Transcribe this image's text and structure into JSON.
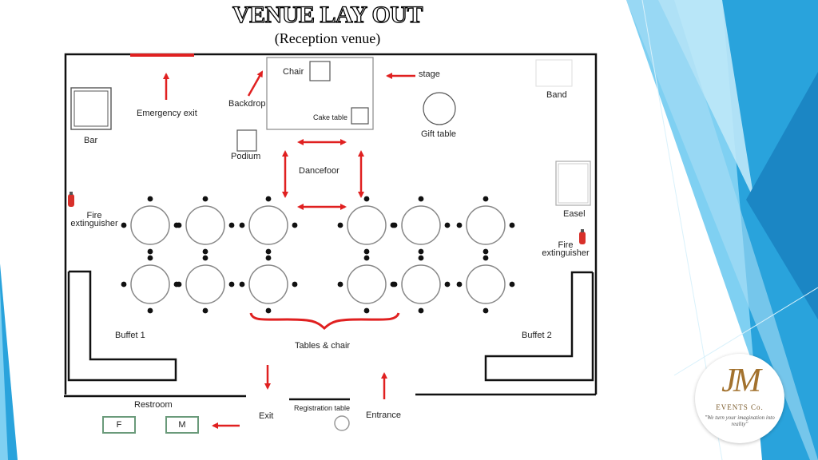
{
  "header": {
    "title": "VENUE LAY OUT",
    "subtitle": "(Reception venue)"
  },
  "labels": {
    "emergency_exit": "Emergency exit",
    "backdrop": "Backdrop",
    "chair": "Chair",
    "stage": "stage",
    "cake_table": "Cake table",
    "band": "Band",
    "gift_table": "Gift table",
    "bar": "Bar",
    "podium": "Podium",
    "dance_floor": "Dancefoor",
    "easel": "Easel",
    "fire_extinguisher_left": "Fire extinguisher",
    "fire_extinguisher_right": "Fire extinguisher",
    "buffet_1": "Buffet 1",
    "buffet_2": "Buffet 2",
    "tables_chair": "Tables & chair",
    "restroom": "Restroom",
    "restroom_f": "F",
    "restroom_m": "M",
    "exit": "Exit",
    "registration_table": "Registration table",
    "entrance": "Entrance"
  },
  "logo": {
    "mark": "JM",
    "name": "EVENTS Co.",
    "tagline": "\"We turn your imagination into reality\""
  },
  "colors": {
    "arrow": "#e02020",
    "wall": "#111111",
    "accent_blue": "#29a3dc",
    "logo_gold": "#a3722e"
  }
}
